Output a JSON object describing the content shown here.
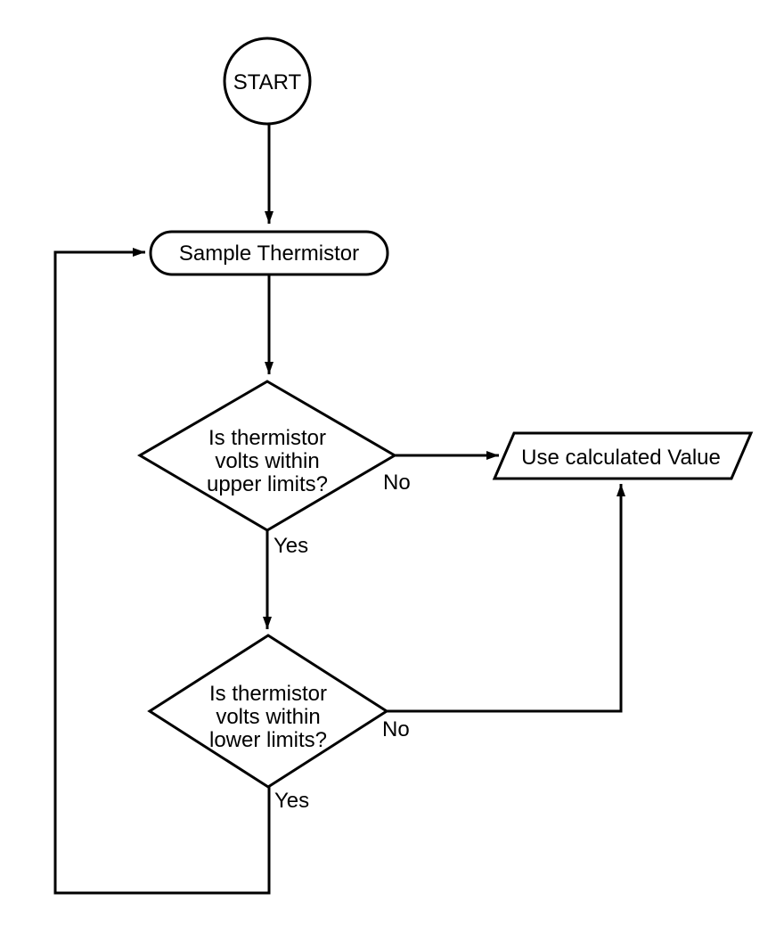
{
  "flowchart": {
    "nodes": {
      "start": {
        "shape": "terminator-circle",
        "label": "START"
      },
      "sample_thermistor": {
        "shape": "rounded-process",
        "label": "Sample Thermistor"
      },
      "upper_limit_check": {
        "shape": "decision-diamond",
        "lines": [
          "Is thermistor",
          "volts within",
          "upper limits?"
        ]
      },
      "use_calculated_value": {
        "shape": "io-parallelogram",
        "label": "Use calculated Value"
      },
      "lower_limit_check": {
        "shape": "decision-diamond",
        "lines": [
          "Is thermistor",
          "volts within",
          "lower limits?"
        ]
      }
    },
    "edge_labels": {
      "upper_no": "No",
      "upper_yes": "Yes",
      "lower_no": "No",
      "lower_yes": "Yes"
    },
    "colors": {
      "line": "#000000",
      "text": "#000000",
      "fill": "#ffffff",
      "background": "#ffffff"
    }
  }
}
